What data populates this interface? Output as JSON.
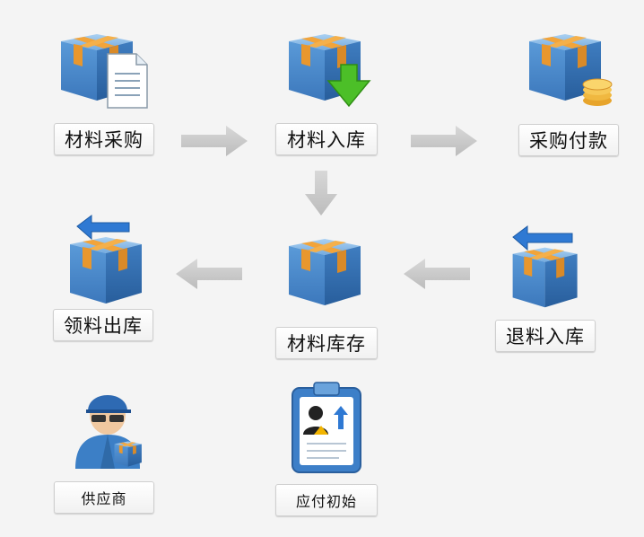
{
  "flow": {
    "purchase": {
      "label": "材料采购",
      "icon": "box-document-icon"
    },
    "inbound": {
      "label": "材料入库",
      "icon": "box-download-icon"
    },
    "payment": {
      "label": "采购付款",
      "icon": "box-coins-icon"
    },
    "inventory": {
      "label": "材料库存",
      "icon": "box-icon"
    },
    "issue": {
      "label": "领料出库",
      "icon": "box-arrow-out-icon"
    },
    "return": {
      "label": "退料入库",
      "icon": "box-arrow-in-icon"
    },
    "supplier": {
      "label": "供应商",
      "icon": "supplier-person-icon"
    },
    "payable_init": {
      "label": "应付初始",
      "icon": "clipboard-person-icon"
    }
  },
  "colors": {
    "box_blue": "#4f8fd0",
    "box_dark": "#2e6aa8",
    "tape_orange": "#f2a43a",
    "arrow_gray": "#c8c8c8",
    "green_arrow": "#4cbf28",
    "blue_arrow": "#2f79d3"
  }
}
